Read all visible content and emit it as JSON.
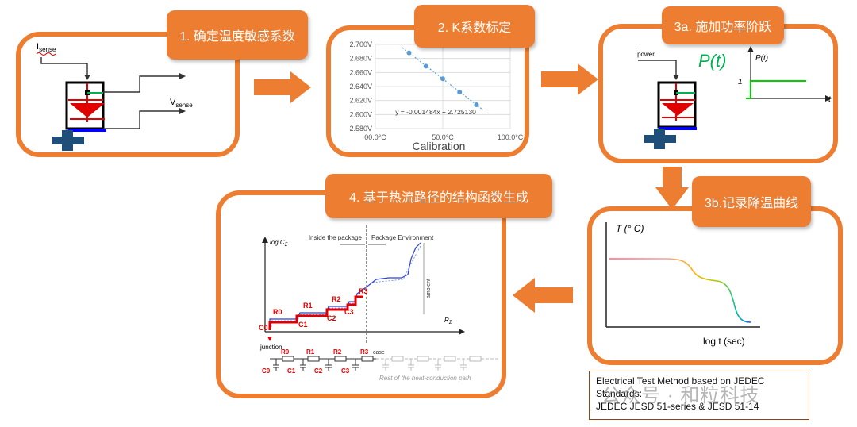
{
  "steps": {
    "s1": "1. 确定温度敏感系数",
    "s2": "2. K系数标定",
    "s3a": "3a. 施加功率阶跃",
    "s3b": "3b.记录降温曲线",
    "s4": "4. 基于热流路径的结构函数生成"
  },
  "panel1": {
    "i_sense": "I",
    "i_sense_sub": "sense",
    "v_sense": "V",
    "v_sense_sub": "sense"
  },
  "panel2": {
    "y_ticks": [
      "2.700V",
      "2.680V",
      "2.660V",
      "2.640V",
      "2.620V",
      "2.600V",
      "2.580V"
    ],
    "x_ticks": [
      "00.0°C",
      "50.0°C",
      "100.0°C"
    ],
    "equation": "y = -0.001484x + 2.725130",
    "xlabel": "Calibration"
  },
  "panel3a": {
    "i_power": "I",
    "i_power_sub": "power",
    "p_big": "P(t)",
    "p_small": "P(t)",
    "one": "1",
    "t": "t"
  },
  "panel3b": {
    "ylabel": "T (° C)",
    "xlabel": "log t (sec)"
  },
  "panel4": {
    "y_axis": "log C",
    "y_axis_sub": "Σ",
    "x_axis": "R",
    "x_axis_sub": "Σ",
    "inside": "Inside the package",
    "env": "Package Environment",
    "ambient": "ambient",
    "junction": "junction",
    "case": "case",
    "rest": "Rest of the heat-conduction path",
    "R": [
      "R0",
      "R1",
      "R2",
      "R3"
    ],
    "C": [
      "C0",
      "C1",
      "C2",
      "C3"
    ]
  },
  "note": {
    "line1": "Electrical Test Method based on JEDEC",
    "line2": "Standards:",
    "line3": "JEDEC JESD 51-series & JESD 51-14"
  },
  "watermark": "公众号 · 和粒科技",
  "colors": {
    "accent": "#ed7d31",
    "red": "#e00000",
    "blue": "#0000ff",
    "green": "#00b050",
    "navy": "#1f4e79"
  },
  "chart_data": {
    "type": "scatter",
    "title": "",
    "xlabel": "Calibration",
    "ylabel": "",
    "xlim": [
      0,
      100
    ],
    "ylim": [
      2.58,
      2.7
    ],
    "x": [
      25,
      37.5,
      50,
      62.5,
      75
    ],
    "y": [
      2.688,
      2.669,
      2.651,
      2.632,
      2.614
    ],
    "trendline": {
      "slope": -0.001484,
      "intercept": 2.72513
    }
  }
}
